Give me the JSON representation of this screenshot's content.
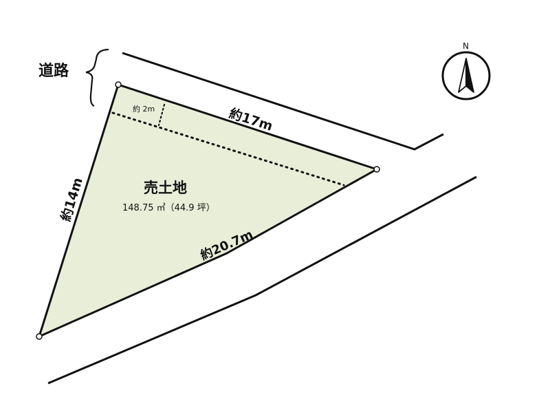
{
  "road_label": "道路",
  "north_label": "N",
  "lot": {
    "title": "売土地",
    "area": "148.75 ㎡（44.9 坪）",
    "fill_color": "#e8eed8"
  },
  "dimensions": {
    "top": "約17m",
    "left": "約14m",
    "bottom": "約20.7m",
    "setback": "約 2m"
  },
  "compass_icon": "north-arrow-icon"
}
